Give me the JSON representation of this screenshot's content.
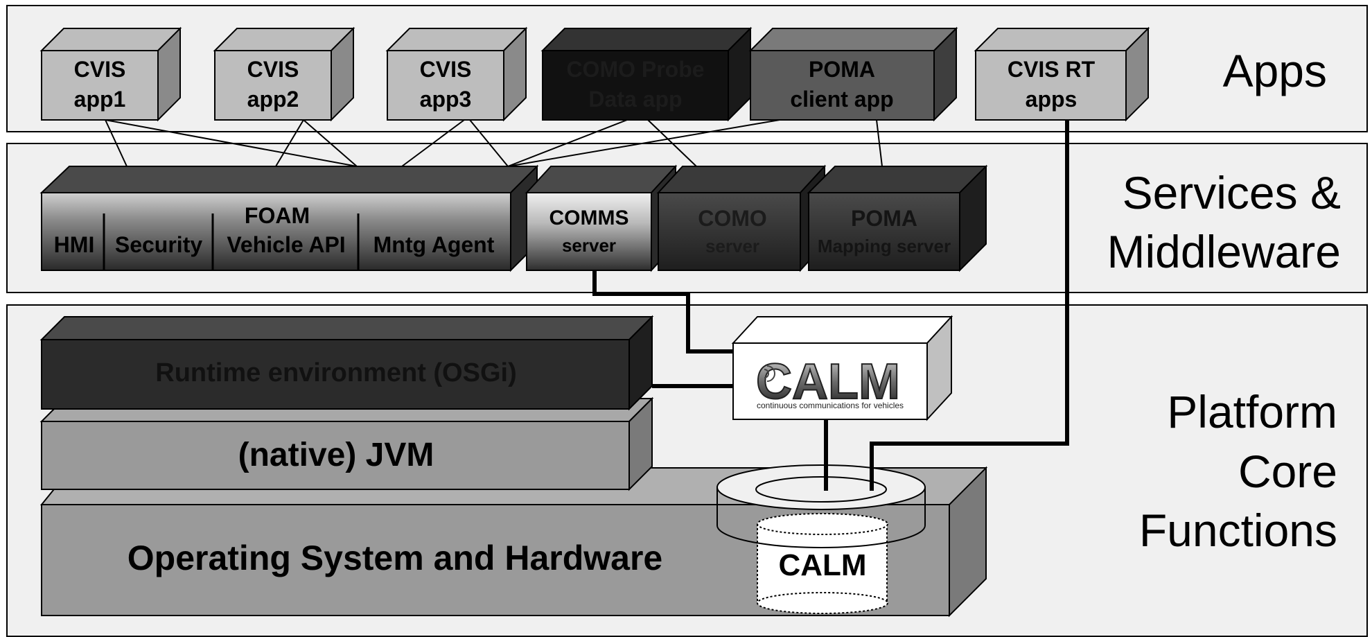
{
  "layers": {
    "apps": "Apps",
    "services_line1": "Services &",
    "services_line2": "Middleware",
    "platform_line1": "Platform",
    "platform_line2": "Core",
    "platform_line3": "Functions"
  },
  "apps": [
    {
      "line1": "CVIS",
      "line2": "app1"
    },
    {
      "line1": "CVIS",
      "line2": "app2"
    },
    {
      "line1": "CVIS",
      "line2": "app3"
    },
    {
      "line1": "COMO Probe",
      "line2": "Data app"
    },
    {
      "line1": "POMA",
      "line2": "client app"
    },
    {
      "line1": "CVIS RT",
      "line2": "apps"
    }
  ],
  "services": {
    "foam_title": "FOAM",
    "foam_parts": [
      "HMI",
      "Security",
      "Vehicle API",
      "Mntg Agent"
    ],
    "comms": {
      "line1": "COMMS",
      "line2": "server"
    },
    "como": {
      "line1": "COMO",
      "line2": "server"
    },
    "poma": {
      "line1": "POMA",
      "line2": "Mapping server"
    }
  },
  "platform": {
    "runtime": "Runtime environment (OSGi)",
    "jvm": "(native) JVM",
    "os": "Operating System and Hardware",
    "calm_stack": "CALM"
  },
  "calm_logo": {
    "wordmark": "CALM",
    "tagline": "continuous communications for vehicles"
  },
  "colors": {
    "band_fill": "#f0f0f0",
    "light_box": "#bdbdbd",
    "dark_box": "#2b2b2b",
    "black_box": "#111111",
    "mid_box": "#5a5a5a",
    "os_box": "#9a9a9a"
  }
}
